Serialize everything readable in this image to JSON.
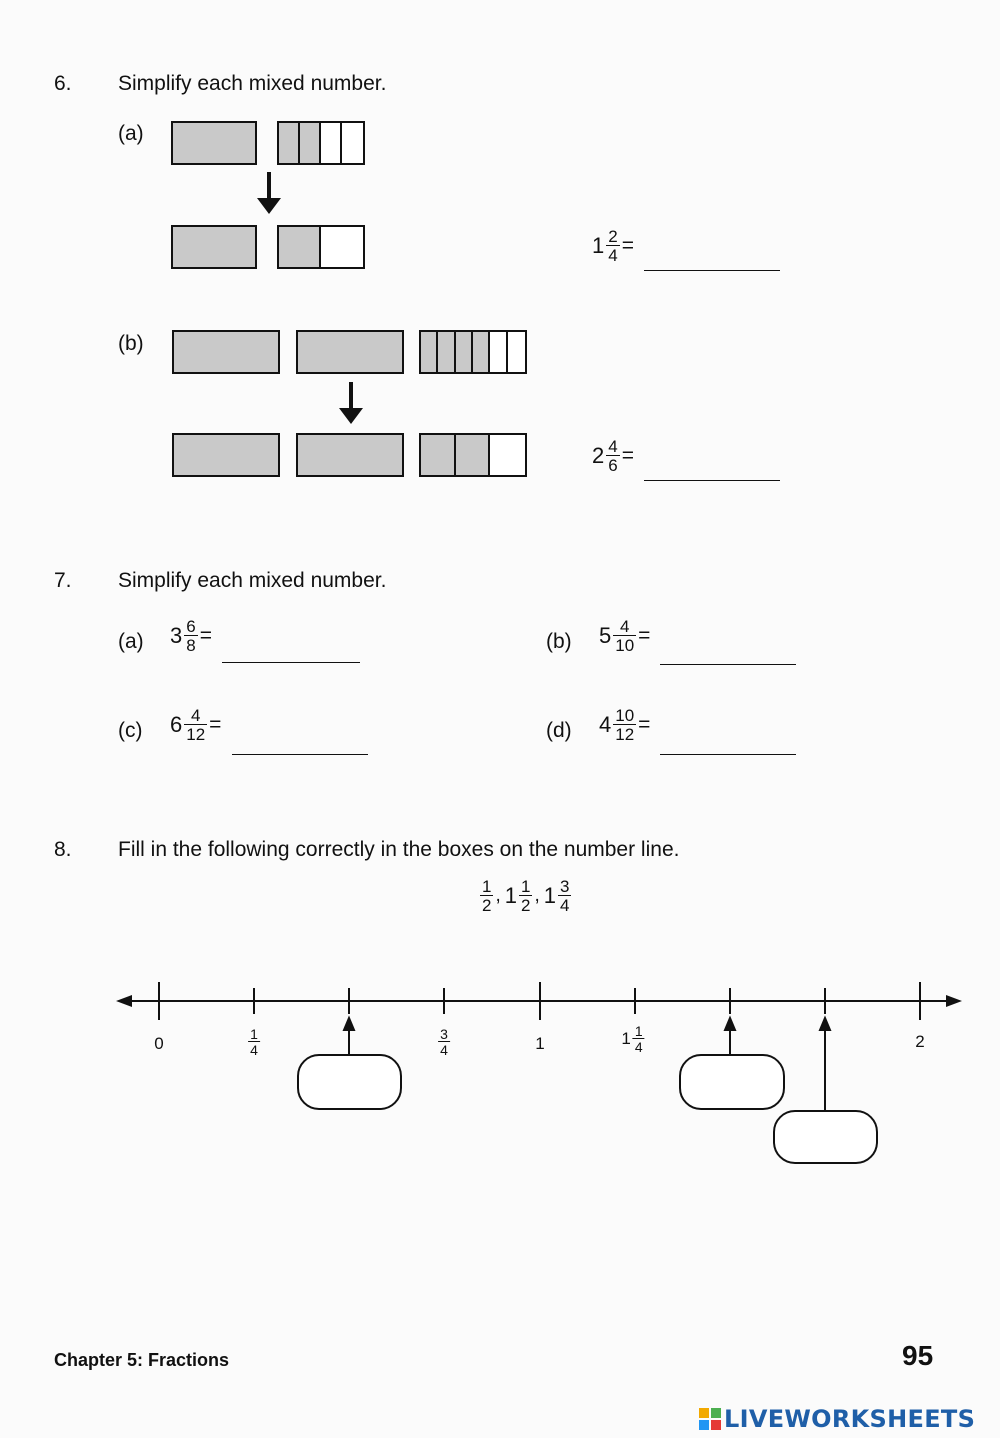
{
  "q6": {
    "number": "6.",
    "title": "Simplify each mixed number.",
    "a": {
      "label": "(a)",
      "whole": "1",
      "num": "2",
      "den": "4",
      "eq": "="
    },
    "b": {
      "label": "(b)",
      "whole": "2",
      "num": "4",
      "den": "6",
      "eq": "="
    }
  },
  "q7": {
    "number": "7.",
    "title": "Simplify each mixed number.",
    "items": [
      {
        "label": "(a)",
        "whole": "3",
        "num": "6",
        "den": "8",
        "eq": "="
      },
      {
        "label": "(b)",
        "whole": "5",
        "num": "4",
        "den": "10",
        "eq": "="
      },
      {
        "label": "(c)",
        "whole": "6",
        "num": "4",
        "den": "12",
        "eq": "="
      },
      {
        "label": "(d)",
        "whole": "4",
        "num": "10",
        "den": "12",
        "eq": "="
      }
    ]
  },
  "q8": {
    "number": "8.",
    "title": "Fill in the following correctly in the boxes on the number line.",
    "choices": [
      {
        "whole": "",
        "num": "1",
        "den": "2",
        "sep": ","
      },
      {
        "whole": "1",
        "num": "1",
        "den": "2",
        "sep": ","
      },
      {
        "whole": "1",
        "num": "3",
        "den": "4",
        "sep": ""
      }
    ],
    "ticks": [
      {
        "whole": "0",
        "num": "",
        "den": ""
      },
      {
        "whole": "",
        "num": "1",
        "den": "4"
      },
      {
        "whole": "",
        "num": "",
        "den": ""
      },
      {
        "whole": "",
        "num": "3",
        "den": "4"
      },
      {
        "whole": "1",
        "num": "",
        "den": ""
      },
      {
        "whole": "1",
        "num": "1",
        "den": "4"
      },
      {
        "whole": "",
        "num": "",
        "den": ""
      },
      {
        "whole": "",
        "num": "",
        "den": ""
      },
      {
        "whole": "2",
        "num": "",
        "den": ""
      }
    ]
  },
  "footer": {
    "chapter": "Chapter 5: Fractions",
    "page": "95",
    "brand": "LIVEWORKSHEETS"
  }
}
